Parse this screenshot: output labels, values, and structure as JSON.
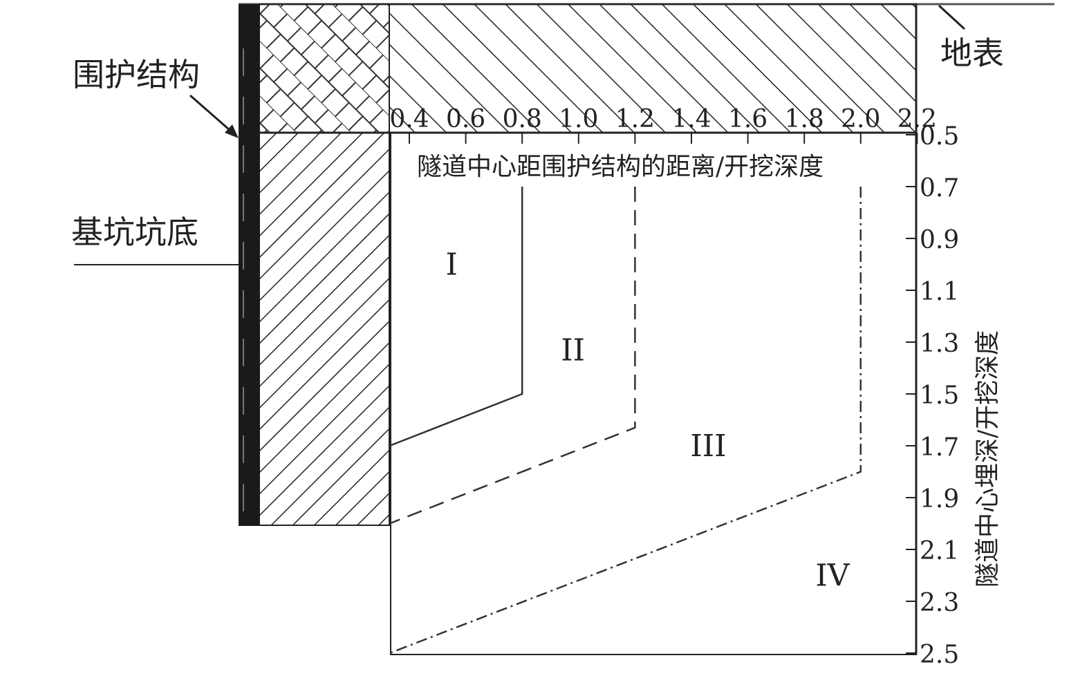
{
  "labels": {
    "retaining_structure": "围护结构",
    "pit_bottom": "基坑坑底",
    "ground_surface": "地表"
  },
  "chart_data": {
    "type": "zone-diagram",
    "xlabel": "隧道中心距围护结构的距离/开挖深度",
    "ylabel": "隧道中心埋深/开挖深度",
    "x_ticks": [
      "0.4",
      "0.6",
      "0.8",
      "1.0",
      "1.2",
      "1.4",
      "1.6",
      "1.8",
      "2.0",
      "2.2"
    ],
    "y_ticks": [
      "0.5",
      "0.7",
      "0.9",
      "1.1",
      "1.3",
      "1.5",
      "1.7",
      "1.9",
      "2.1",
      "2.3",
      "2.5"
    ],
    "xlim": [
      0.33,
      2.2
    ],
    "ylim": [
      0.5,
      2.5
    ],
    "zones": [
      "I",
      "II",
      "III",
      "IV"
    ],
    "boundaries": [
      {
        "name": "I/II",
        "style": "solid",
        "points": [
          [
            0.8,
            0.7
          ],
          [
            0.8,
            1.5
          ],
          [
            0.33,
            1.7
          ]
        ]
      },
      {
        "name": "II/III",
        "style": "dashed",
        "points": [
          [
            1.2,
            0.7
          ],
          [
            1.2,
            1.63
          ],
          [
            0.33,
            2.0
          ]
        ]
      },
      {
        "name": "III/IV",
        "style": "dashdot",
        "points": [
          [
            2.0,
            0.7
          ],
          [
            2.0,
            1.8
          ],
          [
            0.33,
            2.5
          ]
        ]
      }
    ],
    "zone_label_positions": [
      [
        0.55,
        1.0
      ],
      [
        0.98,
        1.33
      ],
      [
        1.46,
        1.7
      ],
      [
        1.9,
        2.2
      ]
    ]
  }
}
